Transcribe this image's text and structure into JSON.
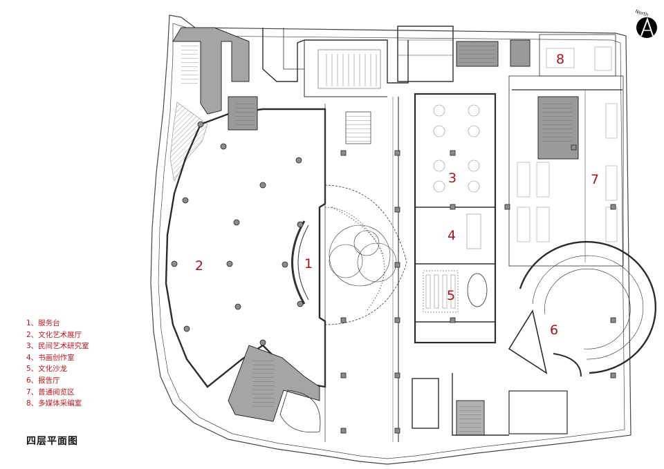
{
  "plan": {
    "title": "四层平面图",
    "north_label": "North",
    "rooms": [
      {
        "number": "1",
        "name": "服务台"
      },
      {
        "number": "2",
        "name": "文化艺术展厅"
      },
      {
        "number": "3",
        "name": "民间艺术研究室"
      },
      {
        "number": "4",
        "name": "书画创作室"
      },
      {
        "number": "5",
        "name": "文化沙龙"
      },
      {
        "number": "6",
        "name": "报告厅"
      },
      {
        "number": "7",
        "name": "普通阅览区"
      },
      {
        "number": "8",
        "name": "多媒体采编室"
      }
    ],
    "legend": [
      "1、服务台",
      "2、文化艺术展厅",
      "3、民间艺术研究室",
      "4、书画创作室",
      "5、文化沙龙",
      "6、报告厅",
      "7、普通阅览区",
      "8、多媒体采编室"
    ],
    "colors": {
      "label_red": "#a3131b",
      "legend_red": "#c0141c",
      "core_gray": "#9a9a9a",
      "wall": "#2b2b2b"
    }
  }
}
